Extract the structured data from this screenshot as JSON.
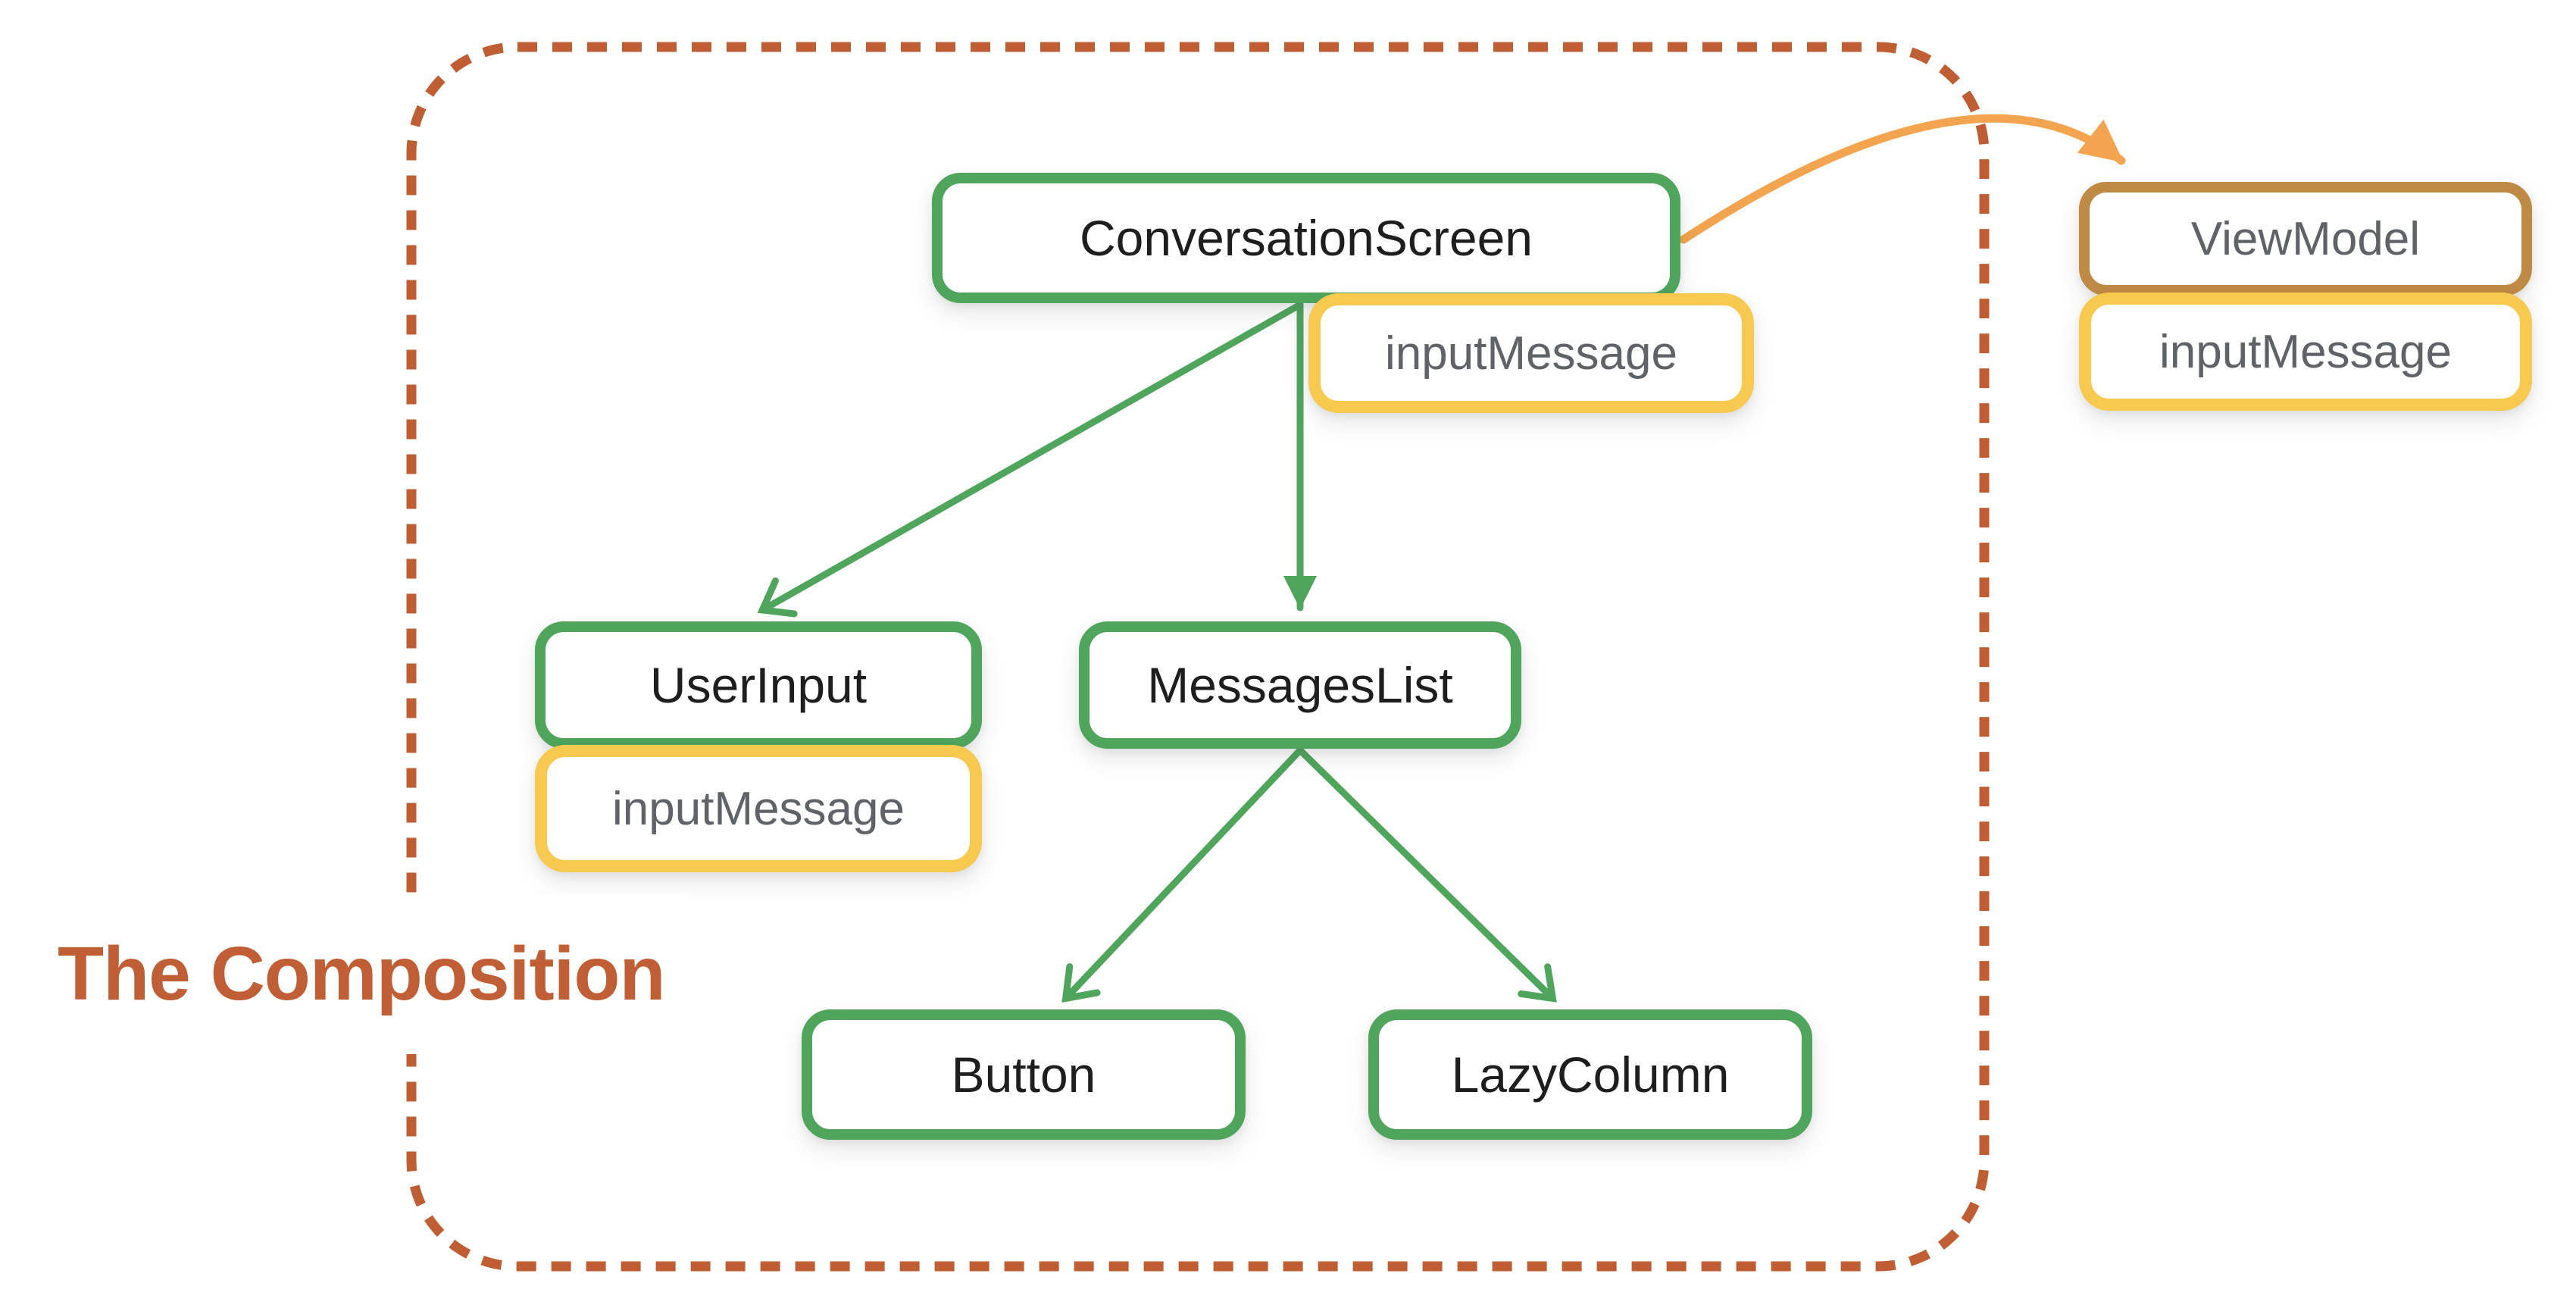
{
  "figure": {
    "title": "The Composition"
  },
  "colors": {
    "composable_border_green": "#4FA55C",
    "state_border_yellow": "#F8C94F",
    "viewmodel_border_brown": "#BF8A43",
    "boundary_dash_rust": "#C05E33",
    "title_rust": "#C05F35",
    "flow_arrow_orange": "#F2A44E",
    "label_dark": "#1E1E1E",
    "label_gray": "#5F6368"
  },
  "nodes": {
    "conversation_screen": {
      "label": "ConversationScreen",
      "kind": "composable"
    },
    "conversation_screen_state": {
      "label": "inputMessage",
      "kind": "state"
    },
    "user_input": {
      "label": "UserInput",
      "kind": "composable"
    },
    "user_input_state": {
      "label": "inputMessage",
      "kind": "state"
    },
    "messages_list": {
      "label": "MessagesList",
      "kind": "composable"
    },
    "button": {
      "label": "Button",
      "kind": "composable"
    },
    "lazy_column": {
      "label": "LazyColumn",
      "kind": "composable"
    },
    "view_model": {
      "label": "ViewModel",
      "kind": "viewmodel"
    },
    "view_model_state": {
      "label": "inputMessage",
      "kind": "state"
    }
  },
  "edges": [
    {
      "from": "conversation_screen",
      "to": "user_input",
      "style": "green-arrow"
    },
    {
      "from": "conversation_screen",
      "to": "messages_list",
      "style": "green-arrow"
    },
    {
      "from": "messages_list",
      "to": "button",
      "style": "green-arrow"
    },
    {
      "from": "messages_list",
      "to": "lazy_column",
      "style": "green-arrow"
    },
    {
      "from": "conversation_screen",
      "to": "view_model",
      "style": "orange-curved-arrow"
    }
  ]
}
